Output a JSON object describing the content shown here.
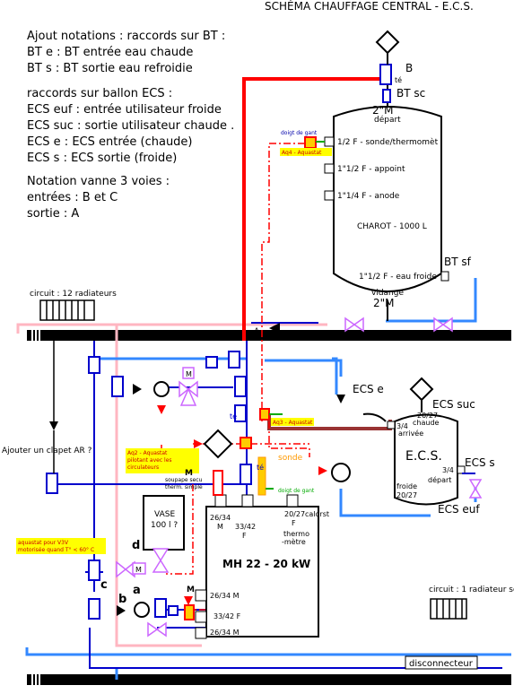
{
  "title": "SCHÉMA CHAUFFAGE CENTRAL - E.C.S.",
  "notes": {
    "l1": "Ajout notations : raccords sur BT :",
    "l2": "BT e : BT entrée eau chaude",
    "l3": "BT s : BT sortie eau refroidie",
    "l4": "raccords sur ballon ECS :",
    "l5": "ECS euf : entrée utilisateur froide",
    "l6": "ECS suc : sortie utilisateur chaude .",
    "l7": "ECS e : ECS entrée (chaude)",
    "l8": "ECS s : ECS sortie (froide)",
    "l9": "Notation vanne 3 voies :",
    "l10": "entrées : B et C",
    "l11": "sortie : A"
  },
  "tank_bt": {
    "b": "B",
    "te": "té",
    "bt_sc": "BT sc",
    "top_size": "2\"M",
    "depart": "départ",
    "port1": "1/2 F - sonde/thermomèt",
    "port2": "1\"1/2 F - appoint",
    "port3": "1\"1/4 F - anode",
    "name": "CHAROT - 1000 L",
    "port4": "1\"1/2 F - eau froide",
    "vidange": "vidange",
    "bottom_size": "2\"M",
    "bt_sf": "BT sf",
    "doigt_gant": "doigt de gant",
    "aq4": "Aq4 - Aquastat"
  },
  "ecs": {
    "ecs_e": "ECS e",
    "ecs_suc": "ECS suc",
    "size_top": "20/27",
    "chaude": "chaude",
    "arrivee_size": "3/4",
    "arrivee": "arrivée",
    "name": "E.C.S.",
    "ecs_s": "ECS s",
    "depart_size": "3/4",
    "depart": "départ",
    "froide": "froide",
    "froide_size": "20/27",
    "ecs_euf": "ECS euf",
    "aq3": "Aq3 - Aquastat"
  },
  "circuits": {
    "radiators_12": "circuit : 12 radiateurs",
    "radiator_sdb": "circuit : 1 radiateur sdb",
    "clapet": "Ajouter un clapet AR ?",
    "disconnecteur": "disconnecteur"
  },
  "boiler": {
    "name": "MH 22 - 20 kW",
    "p1a": "26/34",
    "p1b": "M",
    "p2a": "33/42",
    "p2b": "F",
    "p3a": "20/27",
    "p3b": "F",
    "thermo": "thermo",
    "metre": "-mètre",
    "calorst": "calorst",
    "r1": "26/34 M",
    "r2": "33/42  F",
    "r3": "26/34 M"
  },
  "misc": {
    "vase1": "VASE",
    "vase2": "100 l ?",
    "soupape1": "soupape secu",
    "soupape2": "therm. simple",
    "aq2a": "Aq2 - Aquastat",
    "aq2b": "pilotant avec les",
    "aq2c": "circulateurs",
    "aqv1": "aquastat pour V3V",
    "aqv2": "motorisée quand  T° < 60° C",
    "sonde": "sonde",
    "doigt_gant2": "doigt de gant",
    "te": "té",
    "te2": "té",
    "a_upper": "A",
    "m_upper": "M",
    "m_valve": "M",
    "m_lower": "M",
    "m_mid": "M",
    "lbl_a": "a",
    "lbl_b": "b",
    "lbl_c": "c",
    "lbl_d": "d"
  },
  "colors": {
    "hot": "#ff0000",
    "return": "#3388ff",
    "pink": "#ffb6c1",
    "brown": "#993333",
    "valve": "#cc66ff"
  }
}
